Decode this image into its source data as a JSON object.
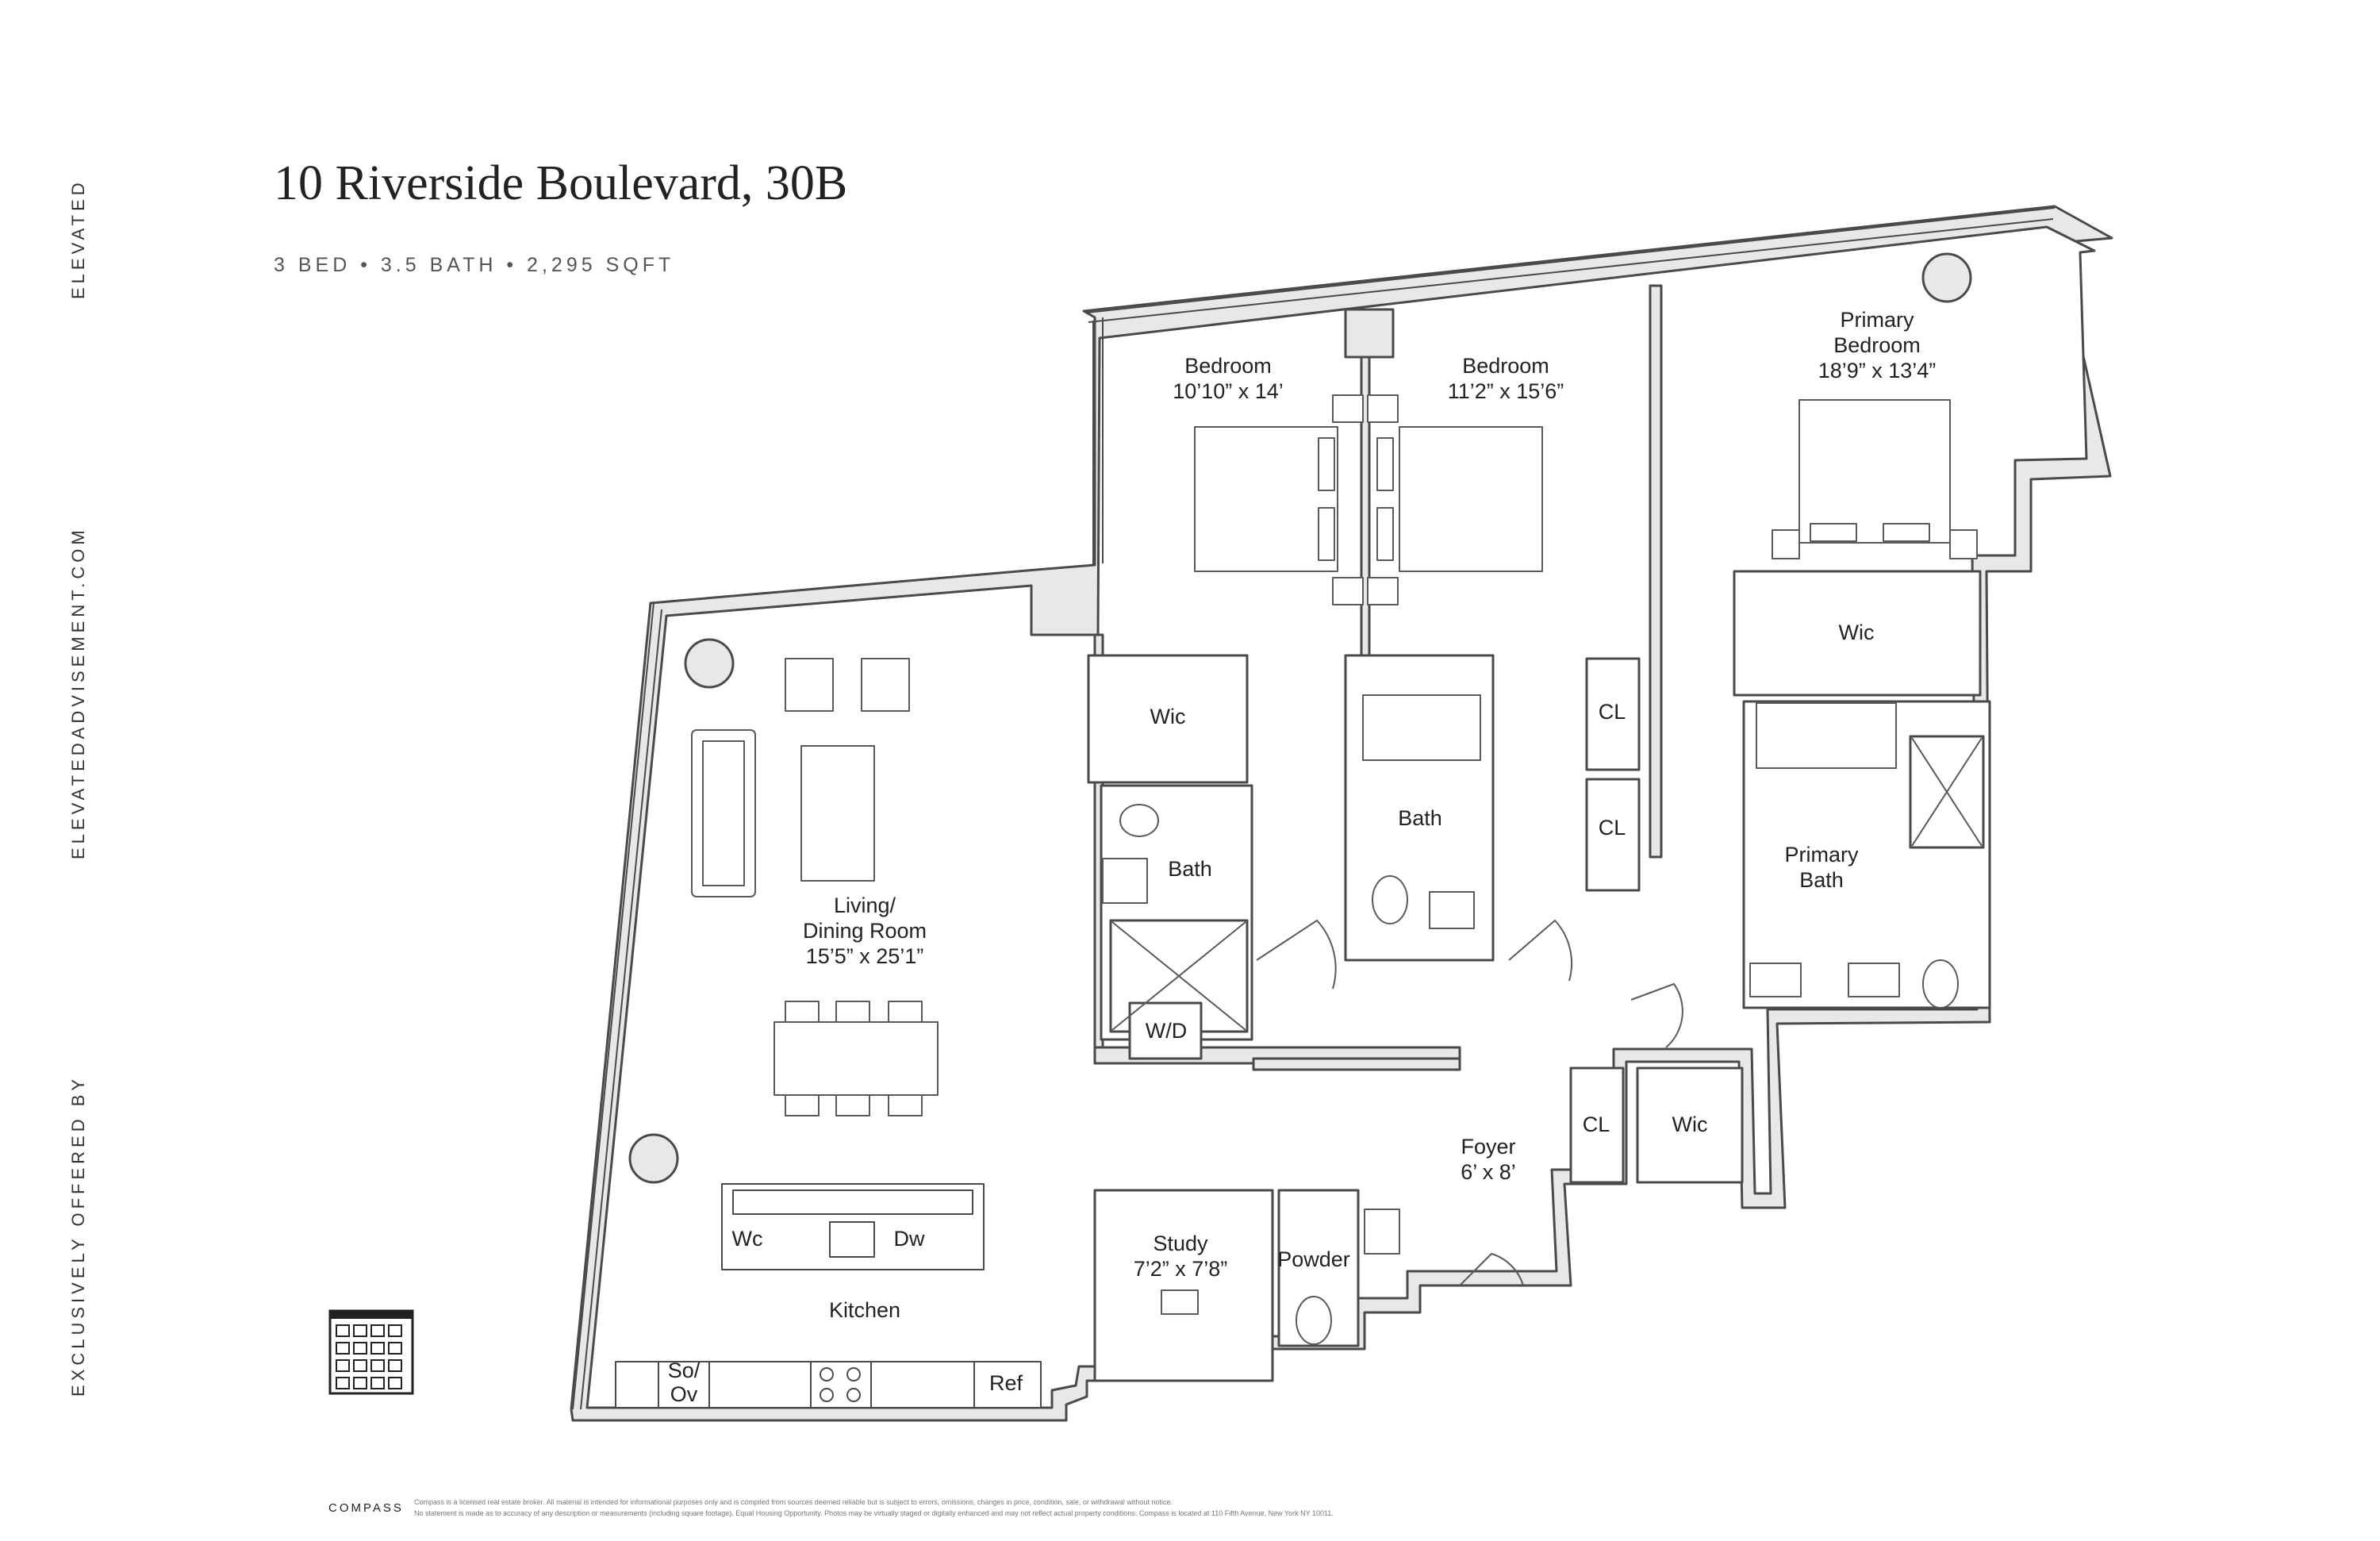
{
  "side": {
    "brand": "ELEVATED",
    "website": "ELEVATEDADVISEMENT.COM",
    "offered": "EXCLUSIVELY OFFERED BY"
  },
  "header": {
    "title": "10 Riverside Boulevard, 30B",
    "subtitle": "3 BED • 3.5 BATH • 2,295 SQFT"
  },
  "rooms": {
    "bedroom_a_name": "Bedroom",
    "bedroom_a_dims": "10’10” x 14’",
    "bedroom_b_name": "Bedroom",
    "bedroom_b_dims": "11’2” x 15’6”",
    "primary_bedroom_l1": "Primary",
    "primary_bedroom_l2": "Bedroom",
    "primary_bedroom_dims": "18’9” x 13’4”",
    "living_l1": "Living/",
    "living_l2": "Dining Room",
    "living_dims": "15’5” x 25’1”",
    "kitchen": "Kitchen",
    "study": "Study",
    "study_dims": "7’2” x 7’8”",
    "powder": "Powder",
    "foyer": "Foyer",
    "foyer_dims": "6’ x 8’",
    "wic_a": "Wic",
    "wic_b": "Wic",
    "wic_c": "Wic",
    "bath_a": "Bath",
    "bath_b": "Bath",
    "primary_bath_l1": "Primary",
    "primary_bath_l2": "Bath",
    "cl_a": "CL",
    "cl_b": "CL",
    "cl_c": "CL"
  },
  "fixtures": {
    "wd": "W/D",
    "wc": "Wc",
    "dw": "Dw",
    "so": "So/",
    "ov": "Ov",
    "ref": "Ref"
  },
  "footer": {
    "brand": "COMPASS",
    "disclaimer_1": "Compass is a licensed real estate broker. All material is intended for informational purposes only and is compiled from sources deemed reliable but is subject to errors, omissions, changes in price, condition, sale, or withdrawal without notice.",
    "disclaimer_2": "No statement is made as to accuracy of any description or measurements (including square footage). Equal Housing Opportunity. Photos may be virtually staged or digitally enhanced and may not reflect actual property conditions. Compass is located at 110 Fifth Avenue, New York NY 10011."
  },
  "colors": {
    "wall_fill": "#e8e8e8",
    "wall_stroke": "#4a4a4a",
    "text": "#222222"
  }
}
